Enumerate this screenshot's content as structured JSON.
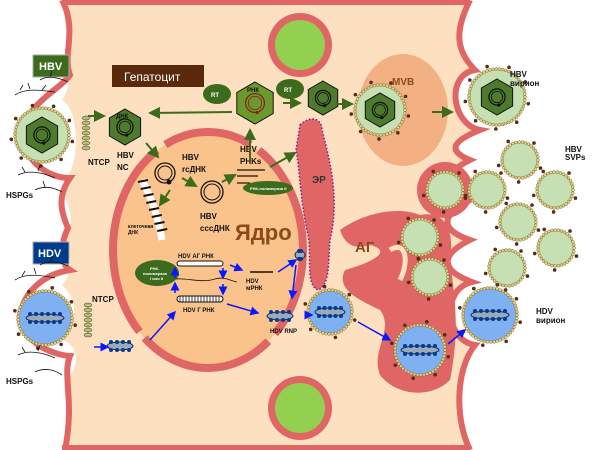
{
  "labels": {
    "hbv": "HBV",
    "hdv": "HDV",
    "hepatocyte": "Гепатоцит",
    "ntcp_top": "NTCP",
    "ntcp_bottom": "NTCP",
    "hspgs_top": "HSPGs",
    "hspgs_bottom": "HSPGs",
    "hbv_nc": [
      "HBV",
      "NC"
    ],
    "dna": "ДНК",
    "rna": "РНК",
    "rt1": "RT",
    "rt2": "RT",
    "rcdna": [
      "HBV",
      "rcДНК"
    ],
    "cccdna": [
      "HBV",
      "cccДНК"
    ],
    "hbv_rnas": [
      "HBV",
      "PHKs"
    ],
    "polymerase2": "РНК-полимераза II",
    "polymerase12": [
      "РНК-",
      "полимераза",
      "I или II"
    ],
    "cell_dna": [
      "клеточная",
      "ДНК"
    ],
    "nucleus": "Ядро",
    "er": "ЭР",
    "golgi": "АГ",
    "mvb": "MVB",
    "hdv_ag_rna": "HDV АГ РНК",
    "hdv_g_rna": "HDV Г РНК",
    "hdv_mrna": [
      "HDV",
      "мРНК"
    ],
    "hdv_rnp": "HDV RNP",
    "hbv_virion": [
      "HBV",
      "вирион"
    ],
    "hbv_svps": [
      "HBV",
      "SVPs"
    ],
    "hdv_virion": [
      "HDV",
      "вирион"
    ]
  },
  "colors": {
    "cytoplasm": "#fde0c0",
    "membrane": "#e06666",
    "nucleus": "#fbc38c",
    "hbv_tag": "#3c6b1c",
    "hdv_tag": "#003c8c",
    "hepatocyte_tag": "#5b2a0d",
    "capsid": "#4e7a2e",
    "envelope_green": "#c6e0b4",
    "envelope_blue": "#7fb0f2",
    "bead": "#e3d08a",
    "spike": "#5a2c18",
    "arrow_green": "#3c6b1c",
    "arrow_blue": "#0a18ff",
    "mvb": "#f3b083",
    "junction": "#92d050"
  }
}
